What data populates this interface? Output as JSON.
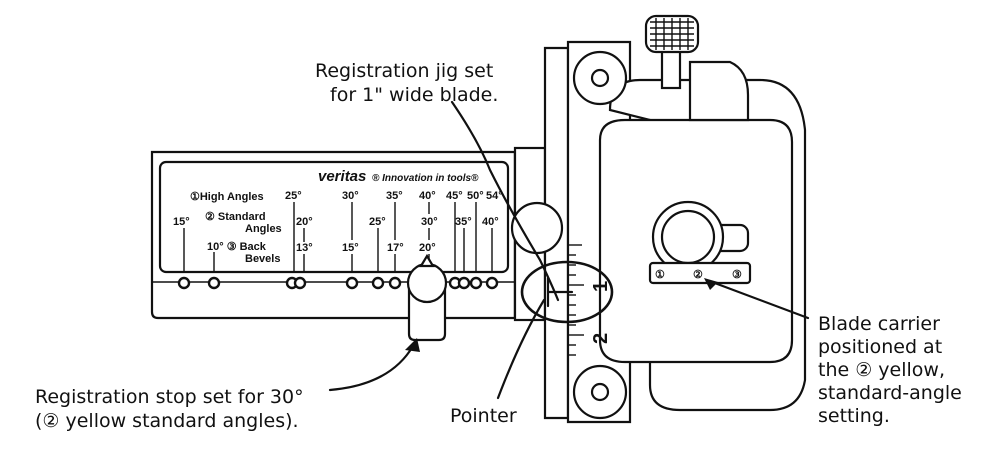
{
  "callouts": {
    "jig_line1": "Registration jig set",
    "jig_line2": "for 1\" wide blade.",
    "stop_line1": "Registration stop set for 30°",
    "stop_line2": "(② yellow standard angles).",
    "pointer": "Pointer",
    "carrier_line1": "Blade carrier",
    "carrier_line2": "positioned at",
    "carrier_line3": "the ② yellow,",
    "carrier_line4": "standard-angle",
    "carrier_line5": "setting."
  },
  "plate": {
    "brand": "veritas",
    "tagline": "® Innovation in tools®",
    "row1_label": "①High Angles",
    "row2_label_a": "② Standard",
    "row2_label_b": "Angles",
    "row3_label_a": "10° ③ Back",
    "row3_label_b": "Bevels",
    "row1_angles": [
      "25°",
      "30°",
      "35°",
      "40°",
      "45°",
      "50°",
      "54°"
    ],
    "row2_angles": [
      "15°",
      "20°",
      "25°",
      "30°",
      "35°",
      "40°"
    ],
    "row3_angles": [
      "13°",
      "15°",
      "17°",
      "20°"
    ]
  },
  "scale": {
    "mark_1": "1",
    "mark_2": "2"
  },
  "carrier_marks": [
    "①",
    "②",
    "③"
  ]
}
